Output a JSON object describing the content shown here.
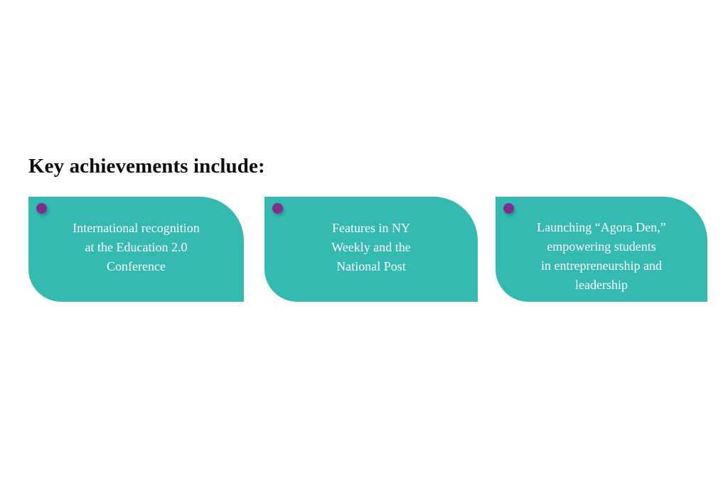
{
  "slide": {
    "background_color": "#ffffff",
    "heading": "Key achievements include:"
  },
  "theme": {
    "card_color": "#34bab0",
    "dot_color": "#7e2d8e",
    "card_text_color": "#ffffff",
    "heading_color": "#0d0d0d"
  },
  "cards": [
    {
      "id": "card-international-recognition",
      "marker": "bullet-dot",
      "text": "International recognition at the Education 2.0 Conference",
      "lines": [
        "International recognition",
        "at the Education 2.0",
        "Conference"
      ]
    },
    {
      "id": "card-media-features",
      "marker": "bullet-dot",
      "text": "Features in NY Weekly and the National Post",
      "lines": [
        "Features in NY",
        "Weekly and the",
        "National Post"
      ]
    },
    {
      "id": "card-agora-den",
      "marker": "bullet-dot",
      "text": "Launching “Agora Den,” empowering students in entrepreneurship and leadership",
      "lines": [
        "Launching “Agora Den,”",
        "empowering students",
        "in entrepreneurship and",
        "leadership"
      ]
    }
  ]
}
